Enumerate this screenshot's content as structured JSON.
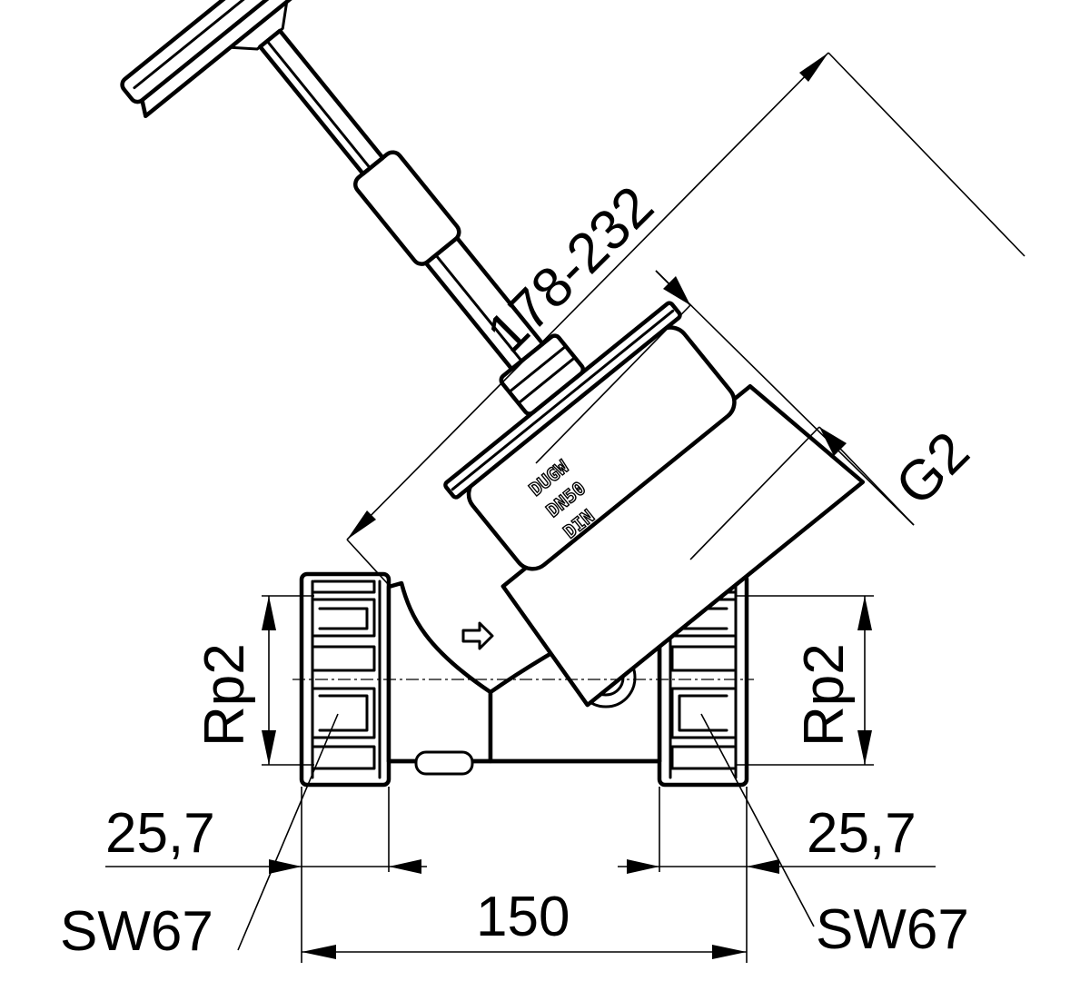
{
  "dimensions": {
    "length_stroke": "178-232",
    "thread_bonnet": "G2",
    "thread_left": "Rp2",
    "thread_right": "Rp2",
    "thread_depth_left": "25,7",
    "thread_depth_right": "25,7",
    "face_to_face": "150",
    "wrench_left": "SW67",
    "wrench_right": "SW67"
  },
  "body_markings": {
    "brand": "DUGW",
    "size": "DN50",
    "standard": "DIN"
  },
  "icons": {
    "flow_direction": "flow-arrow-icon",
    "handwheel": "handwheel-icon",
    "drain_plug": "drain-plug-icon"
  },
  "colors": {
    "line": "#000000",
    "background": "#ffffff"
  }
}
